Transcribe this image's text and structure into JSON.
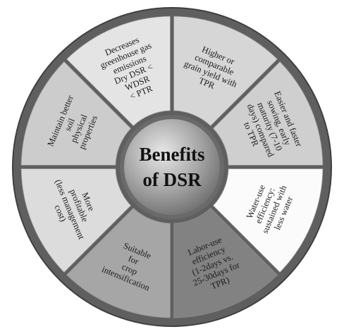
{
  "diagram": {
    "center": {
      "lines": [
        "Benefits",
        "of DSR"
      ],
      "fill": "#9a9a9a"
    },
    "segments": [
      {
        "fill": "#d6d6d6",
        "lines": [
          "Higher or",
          "comparable",
          "grain yield with",
          "TPR"
        ]
      },
      {
        "fill": "#cfcfcf",
        "lines": [
          "Easier and faster",
          "sowing, early",
          "maturity (7-10",
          "days) compared",
          "to TPR"
        ]
      },
      {
        "fill": "#fbfbfb",
        "lines": [
          "Water-use",
          "efficiency:",
          "sustained with",
          "less water"
        ]
      },
      {
        "fill": "#828282",
        "lines": [
          "Labor-use",
          "efficiency",
          "(1-2days vs.",
          "25-30days for",
          "TPR)"
        ]
      },
      {
        "fill": "#a6a6a6",
        "lines": [
          "Suitable",
          "for",
          "crop",
          "intensification"
        ]
      },
      {
        "fill": "#dcdcdc",
        "lines": [
          "More",
          "profitable",
          "(less management",
          "cost)"
        ]
      },
      {
        "fill": "#cccccc",
        "lines": [
          "Maintain better",
          "soil",
          "physical",
          "properties"
        ]
      },
      {
        "fill": "#e4e4e4",
        "lines": [
          "Decreases",
          "greenhouse gas",
          "emissions",
          "Dry DSR <",
          "WDSR",
          "< PTR"
        ]
      }
    ]
  }
}
